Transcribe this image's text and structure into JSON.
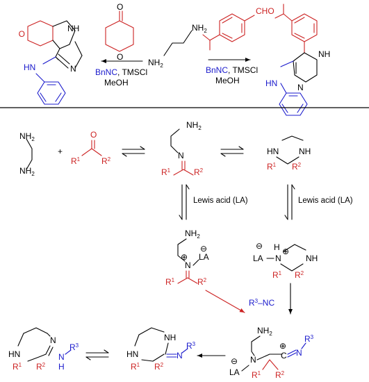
{
  "colors": {
    "reagent": "#cc2222",
    "isocyanide": "#1a1acc",
    "bonds": "#000000",
    "divider": "#000000"
  },
  "atoms": {
    "nh2": "NH",
    "nh2_sub": "2",
    "o": "O",
    "n": "N",
    "nh": "NH",
    "hn": "HN",
    "h": "H",
    "cho": "CHO",
    "r": "R",
    "one": "1",
    "two": "2",
    "three": "3",
    "la": "LA",
    "plus": "+",
    "nc": "–NC",
    "ring_c": "C",
    "charge_plus": "⊕",
    "charge_minus": "⊖"
  },
  "top_scheme": {
    "left_reagents_blue": "BnNC",
    "left_reagents_black": ", TMSCl",
    "left_solvent": "MeOH",
    "right_reagents_blue": "BnNC",
    "right_reagents_black": ", TMSCl",
    "right_solvent": "MeOH"
  },
  "conditions": {
    "left_lewis_acid": "Lewis acid (LA)",
    "right_lewis_acid": "Lewis acid (LA)"
  }
}
